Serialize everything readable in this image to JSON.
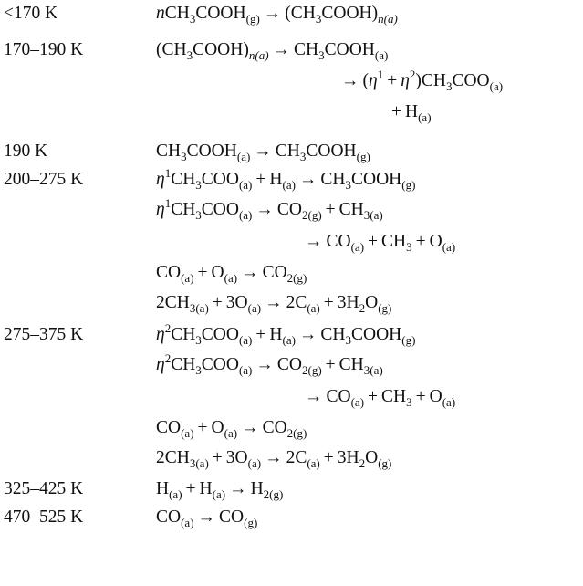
{
  "rows": [
    {
      "temp": "<170 K"
    },
    {
      "temp": "170–190 K"
    },
    {
      "temp": ""
    },
    {
      "temp": ""
    },
    {
      "temp": "190 K"
    },
    {
      "temp": "200–275 K"
    },
    {
      "temp": ""
    },
    {
      "temp": ""
    },
    {
      "temp": ""
    },
    {
      "temp": ""
    },
    {
      "temp": "275–375 K"
    },
    {
      "temp": ""
    },
    {
      "temp": ""
    },
    {
      "temp": ""
    },
    {
      "temp": ""
    },
    {
      "temp": "325–425 K"
    },
    {
      "temp": "470–525 K"
    }
  ],
  "symbols": {
    "arrow": "→",
    "plus": "+",
    "eta": "η",
    "n": "n",
    "s1": "1",
    "s2": "2",
    "two": "2",
    "three": "3"
  },
  "species": {
    "acid": "CH",
    "acid_sub3": "3",
    "acid_tail": "COOH",
    "acetate_tail": "COO",
    "co": "CO",
    "co2": "CO",
    "co2_sub": "2",
    "ch": "CH",
    "ch_sub3": "3",
    "o": "O",
    "h": "H",
    "h2o_h": "H",
    "h2o_sub2": "2",
    "h2o_o": "O",
    "c": "C",
    "h2": "H",
    "h2_sub2": "2"
  },
  "phases": {
    "gas": "(g)",
    "ads": "(a)",
    "n_ads": "n(a)"
  }
}
